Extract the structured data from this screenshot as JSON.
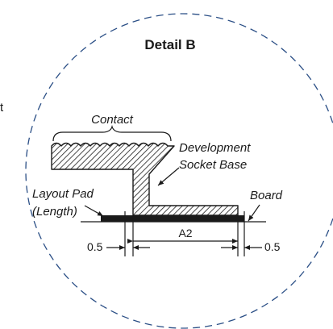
{
  "detail": {
    "title": "Detail B",
    "stray_mark": "t"
  },
  "labels": {
    "contact": "Contact",
    "socket_base_line1": "Development",
    "socket_base_line2": "Socket Base",
    "layout_pad_line1": "Layout Pad",
    "layout_pad_line2": "(Length)",
    "board": "Board"
  },
  "dimensions": {
    "a2": "A2",
    "left_offset": "0.5",
    "right_offset": "0.5"
  },
  "colors": {
    "circle_outline": "#2b4f86",
    "lines": "#1a1a1a"
  }
}
